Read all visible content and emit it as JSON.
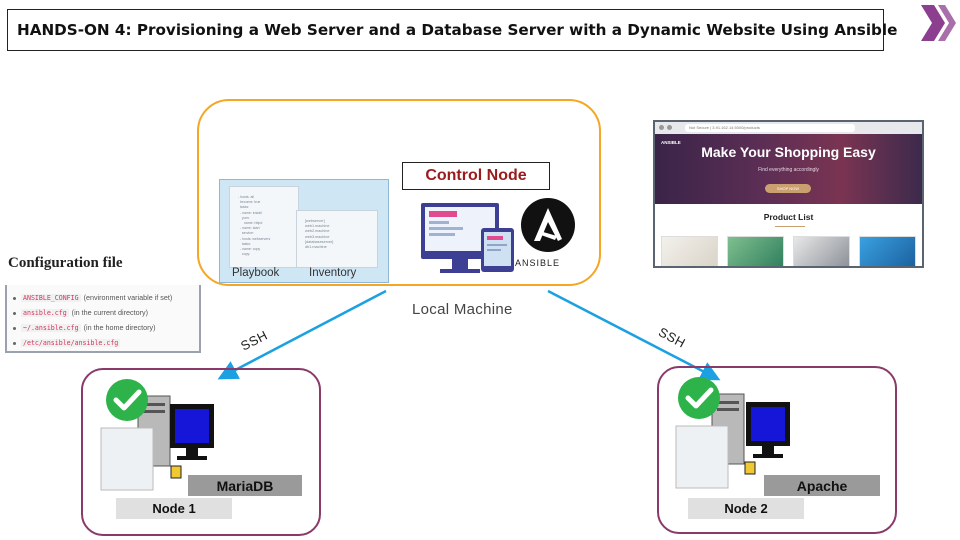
{
  "title": "HANDS-ON 4: Provisioning a Web Server and a Database Server with a Dynamic Website Using Ansible",
  "logo_icon": "double-chevron-right-icon",
  "logo_color": "#8b3f8e",
  "control_node": {
    "label": "Control Node",
    "machine_label": "Local Machine",
    "playbook_label": "Playbook",
    "inventory_label": "Inventory",
    "ansible_text": "ANSIBLE",
    "playbook_lines": [
      "- hosts: all",
      "  become: true",
      "  tasks:",
      "  - name: install",
      "    yum:",
      "      name: httpd",
      "  - name: start",
      "    service:",
      "  - hosts: webservers",
      "    tasks:",
      "  - name: copy",
      "    copy:"
    ],
    "inventory_lines": [
      "[webserver]",
      "web1.machine",
      "web2.machine",
      "web3.machine",
      "",
      "[databaseserver]",
      "db1.machine"
    ]
  },
  "config": {
    "heading": "Configuration file",
    "items": [
      {
        "code": "ANSIBLE_CONFIG",
        "desc": "(environment variable if set)"
      },
      {
        "code": "ansible.cfg",
        "desc": "(in the current directory)"
      },
      {
        "code": "~/.ansible.cfg",
        "desc": "(in the home directory)"
      },
      {
        "code": "/etc/ansible/ansible.cfg",
        "desc": ""
      }
    ]
  },
  "website": {
    "url": "Not Secure | 3.91.162.14:5000/products",
    "logo": "ANSIBLE",
    "hero_title": "Make Your Shopping Easy",
    "hero_subtitle": "Find everything accordingly",
    "hero_button": "SHOP NOW",
    "section_title": "Product List"
  },
  "connections": {
    "left_label": "SSH",
    "right_label": "SSH"
  },
  "nodes": [
    {
      "name": "Node 1",
      "service": "MariaDB"
    },
    {
      "name": "Node 2",
      "service": "Apache"
    }
  ],
  "colors": {
    "control_border": "#f5a623",
    "node_border": "#8a3a6a",
    "arrow": "#1ba1e2",
    "check": "#2db34a",
    "control_label": "#9a1b1b"
  }
}
